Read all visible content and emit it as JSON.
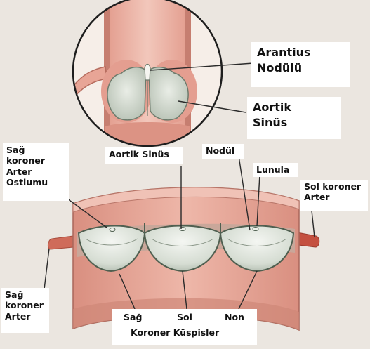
{
  "labels": {
    "arantius": "Arantius\nNodülü",
    "aortic_sinus_top": "Aortik\nSinüs",
    "right_coronary_ostium": "Sağ\nkoroner\nArter\nOstiumu",
    "aortic_sinus_bottom": "Aortik Sinüs",
    "nodule": "Nodül",
    "lunula": "Lunula",
    "left_coronary_artery": "Sol koroner\nArter",
    "right_coronary_artery": "Sağ\nkoroner\nArter",
    "cusp_right": "Sağ",
    "cusp_left": "Sol",
    "cusp_non": "Non",
    "coronary_cusps": "Koroner Küspisler"
  },
  "colors": {
    "page_background": "#ebe6e0",
    "aorta_wall": "#e7a99c",
    "aorta_wall_dark": "#c98274",
    "aorta_edge": "#b06a5c",
    "vessel_red": "#c45040",
    "cusp_fill": "#dde3d9",
    "cusp_edge": "#5d6d5e",
    "lumen_shadow": "#c7a89c",
    "leader_line": "#2a2a2a",
    "label_background": "#ffffff"
  }
}
